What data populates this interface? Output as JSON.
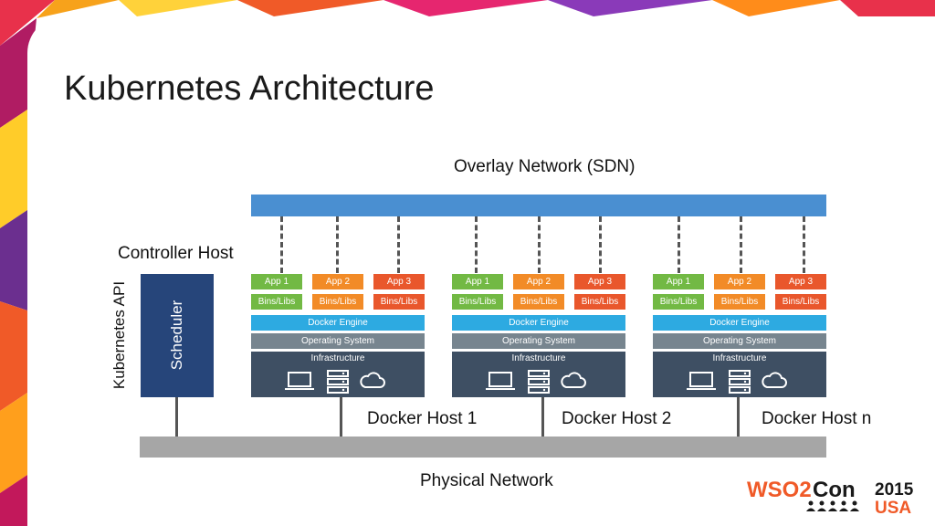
{
  "slide": {
    "title": "Kubernetes Architecture"
  },
  "diagram": {
    "overlay_network": "Overlay Network (SDN)",
    "physical_network": "Physical Network",
    "controller_host": "Controller Host",
    "kubernetes_api": "Kubernetes API",
    "scheduler": "Scheduler",
    "hosts": [
      {
        "name": "Docker Host 1",
        "apps": [
          "App 1",
          "App 2",
          "App 3"
        ],
        "libs": "Bins/Libs",
        "engine": "Docker Engine",
        "os": "Operating System",
        "infrastructure": "Infrastructure"
      },
      {
        "name": "Docker Host 2",
        "apps": [
          "App 1",
          "App 2",
          "App 3"
        ],
        "libs": "Bins/Libs",
        "engine": "Docker Engine",
        "os": "Operating System",
        "infrastructure": "Infrastructure"
      },
      {
        "name": "Docker Host n",
        "apps": [
          "App 1",
          "App 2",
          "App 3"
        ],
        "libs": "Bins/Libs",
        "engine": "Docker Engine",
        "os": "Operating System",
        "infrastructure": "Infrastructure"
      }
    ],
    "icons": [
      "laptop-icon",
      "server-icon",
      "cloud-icon"
    ]
  },
  "logo": {
    "brand": "WSO2Con",
    "year": "2015",
    "region": "USA"
  },
  "colors": {
    "overlay": "#4a8fd1",
    "physical": "#a6a6a6",
    "scheduler": "#26457a",
    "app1": "#72b944",
    "app2": "#f28b27",
    "app3": "#e9572c",
    "docker_engine": "#2daae1",
    "os": "#77858f",
    "infrastructure": "#3e4f63"
  }
}
